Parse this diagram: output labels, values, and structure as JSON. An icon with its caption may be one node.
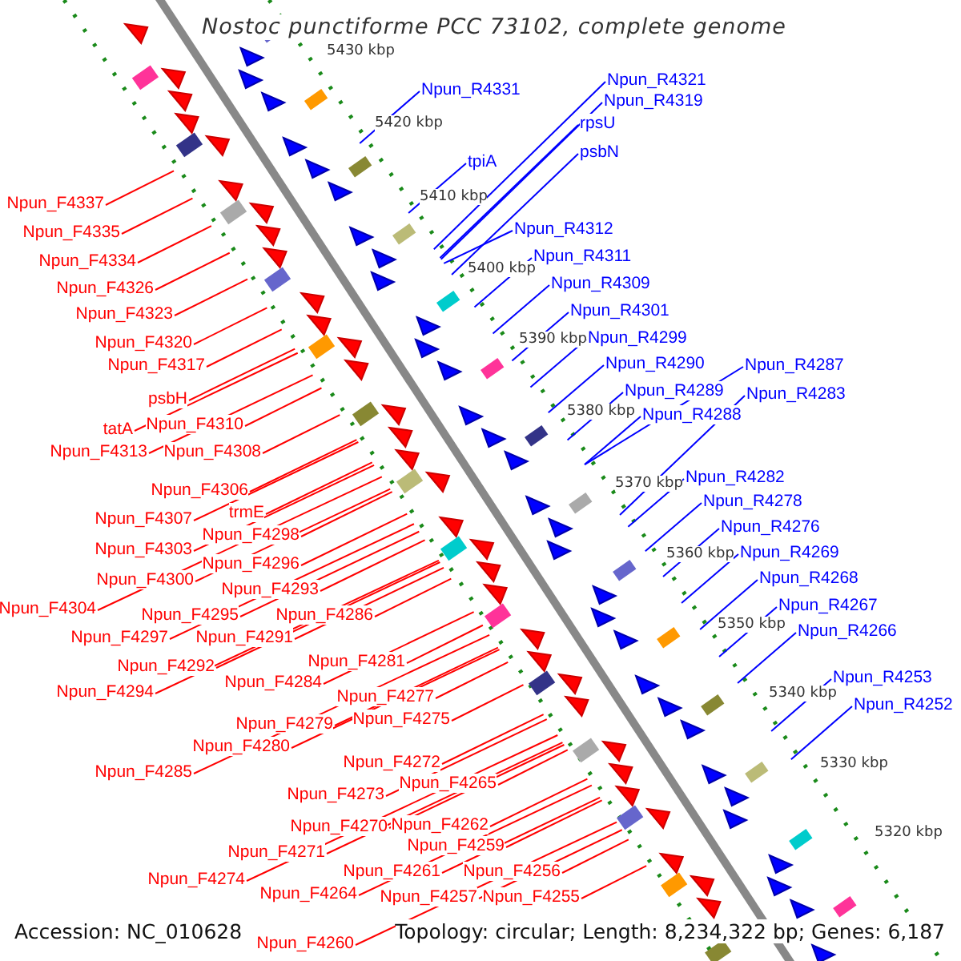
{
  "diagram": {
    "title": "Nostoc punctiforme PCC 73102, complete genome",
    "nodes": [
      {
        "text": [
          "Npun_F4337"
        ]
      },
      {
        "text": [
          "Npun_F4335"
        ]
      },
      {
        "text": [
          "Npun_F4334"
        ]
      },
      {
        "text": [
          "Npun_F4326"
        ]
      },
      {
        "text": [
          "Npun_F4323"
        ]
      },
      {
        "text": [
          "Npun_F4320"
        ]
      },
      {
        "text": [
          "Npun_F4317"
        ]
      },
      {
        "text": [
          "psbH"
        ]
      },
      {
        "text": [
          "tatA"
        ]
      },
      {
        "text": [
          "Npun_F4310"
        ]
      },
      {
        "text": [
          "Npun_F4313"
        ]
      },
      {
        "text": [
          "Npun_F4308"
        ]
      },
      {
        "text": [
          "Npun_F4306"
        ]
      },
      {
        "text": [
          "Npun_F4307"
        ]
      },
      {
        "text": [
          "trmE"
        ]
      },
      {
        "text": [
          "Npun_F4298"
        ]
      },
      {
        "text": [
          "Npun_F4303"
        ]
      },
      {
        "text": [
          "Npun_F4296"
        ]
      },
      {
        "text": [
          "Npun_F4300"
        ]
      },
      {
        "text": [
          "Npun_F4293"
        ]
      },
      {
        "text": [
          "Npun_F4304"
        ]
      },
      {
        "text": [
          "Npun_F4295"
        ]
      },
      {
        "text": [
          "Npun_F4286"
        ]
      },
      {
        "text": [
          "Npun_F4297"
        ]
      },
      {
        "text": [
          "Npun_F4291"
        ]
      },
      {
        "text": [
          "Npun_F4292"
        ]
      },
      {
        "text": [
          "Npun_F4281"
        ]
      },
      {
        "text": [
          "Npun_F4284"
        ]
      },
      {
        "text": [
          "Npun_F4294"
        ]
      },
      {
        "text": [
          "Npun_F4277"
        ]
      },
      {
        "text": [
          "Npun_F4275"
        ]
      },
      {
        "text": [
          "Npun_F4279"
        ]
      },
      {
        "text": [
          "Npun_F4280"
        ]
      },
      {
        "text": [
          "Npun_F4272"
        ]
      },
      {
        "text": [
          "Npun_F4285"
        ]
      },
      {
        "text": [
          "Npun_F4265"
        ]
      },
      {
        "text": [
          "Npun_F4273"
        ]
      },
      {
        "text": [
          "Npun_F4262"
        ]
      },
      {
        "text": [
          "Npun_F4270"
        ]
      },
      {
        "text": [
          "Npun_F4259"
        ]
      },
      {
        "text": [
          "Npun_F4271"
        ]
      },
      {
        "text": [
          "Npun_F4261"
        ]
      },
      {
        "text": [
          "Npun_F4256"
        ]
      },
      {
        "text": [
          "Npun_F4274"
        ]
      },
      {
        "text": [
          "Npun_F4257"
        ]
      },
      {
        "text": [
          "Npun_F4255"
        ]
      },
      {
        "text": [
          "Npun_F4264"
        ]
      },
      {
        "text": [
          "Npun_F4260"
        ]
      },
      {
        "text": [
          "Npun_R4331"
        ]
      },
      {
        "text": [
          "Npun_R4321"
        ]
      },
      {
        "text": [
          "Npun_R4319"
        ]
      },
      {
        "text": [
          "rpsU"
        ]
      },
      {
        "text": [
          "tpiA"
        ]
      },
      {
        "text": [
          "psbN"
        ]
      },
      {
        "text": [
          "Npun_R4312"
        ]
      },
      {
        "text": [
          "Npun_R4311"
        ]
      },
      {
        "text": [
          "Npun_R4309"
        ]
      },
      {
        "text": [
          "Npun_R4301"
        ]
      },
      {
        "text": [
          "Npun_R4299"
        ]
      },
      {
        "text": [
          "Npun_R4290"
        ]
      },
      {
        "text": [
          "Npun_R4289"
        ]
      },
      {
        "text": [
          "Npun_R4287"
        ]
      },
      {
        "text": [
          "Npun_R4288"
        ]
      },
      {
        "text": [
          "Npun_R4283"
        ]
      },
      {
        "text": [
          "Npun_R4282"
        ]
      },
      {
        "text": [
          "Npun_R4278"
        ]
      },
      {
        "text": [
          "Npun_R4276"
        ]
      },
      {
        "text": [
          "Npun_R4269"
        ]
      },
      {
        "text": [
          "Npun_R4268"
        ]
      },
      {
        "text": [
          "Npun_R4267"
        ]
      },
      {
        "text": [
          "Npun_R4266"
        ]
      },
      {
        "text": [
          "Npun_R4253"
        ]
      },
      {
        "text": [
          "Npun_R4252"
        ]
      }
    ],
    "edges": [
      {
        "from": 0,
        "to": null,
        "arrow": "none"
      },
      {
        "from": 1,
        "to": null,
        "arrow": "none"
      },
      {
        "from": 2,
        "to": null,
        "arrow": "none"
      },
      {
        "from": 3,
        "to": null,
        "arrow": "none"
      },
      {
        "from": 4,
        "to": null,
        "arrow": "none"
      },
      {
        "from": 5,
        "to": null,
        "arrow": "none"
      },
      {
        "from": 6,
        "to": null,
        "arrow": "none"
      },
      {
        "from": 7,
        "to": null,
        "arrow": "none"
      },
      {
        "from": 8,
        "to": null,
        "arrow": "none"
      },
      {
        "from": 9,
        "to": null,
        "arrow": "none"
      },
      {
        "from": 10,
        "to": null,
        "arrow": "none"
      },
      {
        "from": 11,
        "to": null,
        "arrow": "none"
      },
      {
        "from": 12,
        "to": null,
        "arrow": "none"
      },
      {
        "from": 13,
        "to": null,
        "arrow": "none"
      },
      {
        "from": 14,
        "to": null,
        "arrow": "none"
      },
      {
        "from": 15,
        "to": null,
        "arrow": "none"
      },
      {
        "from": 16,
        "to": null,
        "arrow": "none"
      },
      {
        "from": 17,
        "to": null,
        "arrow": "none"
      },
      {
        "from": 18,
        "to": null,
        "arrow": "none"
      },
      {
        "from": 19,
        "to": null,
        "arrow": "none"
      },
      {
        "from": 20,
        "to": null,
        "arrow": "none"
      },
      {
        "from": 21,
        "to": null,
        "arrow": "none"
      },
      {
        "from": 22,
        "to": null,
        "arrow": "none"
      },
      {
        "from": 23,
        "to": null,
        "arrow": "none"
      },
      {
        "from": 24,
        "to": null,
        "arrow": "none"
      },
      {
        "from": 25,
        "to": null,
        "arrow": "none"
      },
      {
        "from": 26,
        "to": null,
        "arrow": "none"
      },
      {
        "from": 27,
        "to": null,
        "arrow": "none"
      },
      {
        "from": 28,
        "to": null,
        "arrow": "none"
      },
      {
        "from": 29,
        "to": null,
        "arrow": "none"
      },
      {
        "from": 30,
        "to": null,
        "arrow": "none"
      },
      {
        "from": 31,
        "to": null,
        "arrow": "none"
      },
      {
        "from": 32,
        "to": null,
        "arrow": "none"
      },
      {
        "from": 33,
        "to": null,
        "arrow": "none"
      },
      {
        "from": 34,
        "to": null,
        "arrow": "none"
      },
      {
        "from": 35,
        "to": null,
        "arrow": "none"
      },
      {
        "from": 36,
        "to": null,
        "arrow": "none"
      },
      {
        "from": 37,
        "to": null,
        "arrow": "none"
      },
      {
        "from": 38,
        "to": null,
        "arrow": "none"
      },
      {
        "from": 39,
        "to": null,
        "arrow": "none"
      },
      {
        "from": 40,
        "to": null,
        "arrow": "none"
      },
      {
        "from": 41,
        "to": null,
        "arrow": "none"
      },
      {
        "from": 42,
        "to": null,
        "arrow": "none"
      },
      {
        "from": 43,
        "to": null,
        "arrow": "none"
      },
      {
        "from": 44,
        "to": null,
        "arrow": "none"
      },
      {
        "from": 45,
        "to": null,
        "arrow": "none"
      },
      {
        "from": 46,
        "to": null,
        "arrow": "none"
      },
      {
        "from": 47,
        "to": null,
        "arrow": "none"
      },
      {
        "from": 48,
        "to": null,
        "arrow": "none",
        "color": "#0000ff"
      },
      {
        "from": 49,
        "to": null,
        "arrow": "none",
        "color": "#0000ff"
      },
      {
        "from": 50,
        "to": null,
        "arrow": "none",
        "color": "#0000ff"
      },
      {
        "from": 51,
        "to": null,
        "arrow": "none",
        "color": "#0000ff"
      },
      {
        "from": 52,
        "to": null,
        "arrow": "none",
        "color": "#0000ff"
      },
      {
        "from": 53,
        "to": null,
        "arrow": "none",
        "color": "#0000ff"
      },
      {
        "from": 54,
        "to": null,
        "arrow": "none",
        "color": "#0000ff"
      },
      {
        "from": 55,
        "to": null,
        "arrow": "none",
        "color": "#0000ff"
      },
      {
        "from": 56,
        "to": null,
        "arrow": "none",
        "color": "#0000ff"
      },
      {
        "from": 57,
        "to": null,
        "arrow": "none",
        "color": "#0000ff"
      },
      {
        "from": 58,
        "to": null,
        "arrow": "none",
        "color": "#0000ff"
      },
      {
        "from": 59,
        "to": null,
        "arrow": "none",
        "color": "#0000ff"
      },
      {
        "from": 60,
        "to": null,
        "arrow": "none",
        "color": "#0000ff"
      },
      {
        "from": 61,
        "to": null,
        "arrow": "none",
        "color": "#0000ff"
      },
      {
        "from": 62,
        "to": null,
        "arrow": "none",
        "color": "#0000ff"
      },
      {
        "from": 63,
        "to": null,
        "arrow": "none",
        "color": "#0000ff"
      },
      {
        "from": 64,
        "to": null,
        "arrow": "none",
        "color": "#0000ff"
      },
      {
        "from": 65,
        "to": null,
        "arrow": "none",
        "color": "#0000ff"
      },
      {
        "from": 66,
        "to": null,
        "arrow": "none",
        "color": "#0000ff"
      },
      {
        "from": 67,
        "to": null,
        "arrow": "none",
        "color": "#0000ff"
      },
      {
        "from": 68,
        "to": null,
        "arrow": "none",
        "color": "#0000ff"
      },
      {
        "from": 69,
        "to": null,
        "arrow": "none",
        "color": "#0000ff"
      },
      {
        "from": 70,
        "to": null,
        "arrow": "none",
        "color": "#0000ff"
      },
      {
        "from": 71,
        "to": null,
        "arrow": "none",
        "color": "#0000ff"
      },
      {
        "from": 72,
        "to": null,
        "arrow": "none",
        "color": "#0000ff"
      }
    ],
    "labels": [
      "5430 kbp",
      "5420 kbp",
      "5410 kbp",
      "5400 kbp",
      "5390 kbp",
      "5380 kbp",
      "5370 kbp",
      "5360 kbp",
      "5350 kbp",
      "5340 kbp",
      "5330 kbp",
      "5320 kbp",
      "Accession: NC_010628",
      "Topology: circular; Length: 8,234,322 bp; Genes: 6,187"
    ]
  }
}
